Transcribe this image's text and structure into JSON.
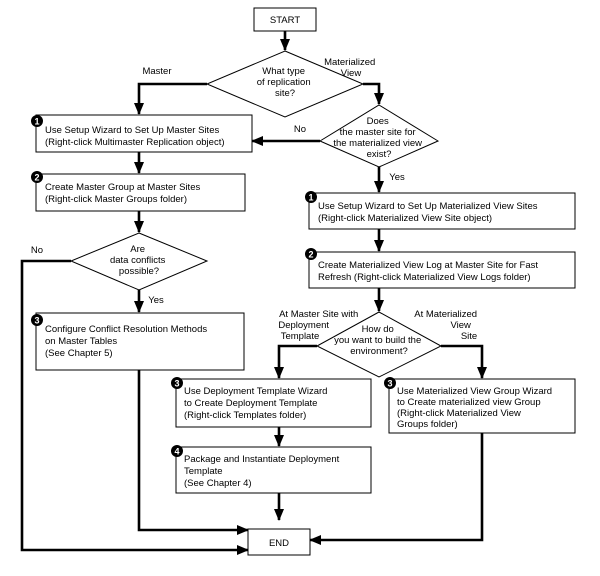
{
  "nodes": {
    "start": "START",
    "end": "END",
    "q_type": [
      "What type",
      "of replication",
      "site?"
    ],
    "q_master_exists": [
      "Does",
      "the master site for",
      "the materialized view",
      "exist?"
    ],
    "q_conflicts": [
      "Are",
      "data conflicts",
      "possible?"
    ],
    "q_build": [
      "How do",
      "you want to build the",
      "environment?"
    ],
    "m1": {
      "step": "1",
      "lines": [
        "Use Setup Wizard to Set Up Master Sites",
        "(Right-click Multimaster Replication object)"
      ]
    },
    "m2": {
      "step": "2",
      "lines": [
        "Create Master Group at Master Sites",
        "(Right-click Master Groups folder)"
      ]
    },
    "m3": {
      "step": "3",
      "lines": [
        "Configure Conflict Resolution Methods",
        "on Master Tables",
        "(See Chapter 5)"
      ]
    },
    "mv1": {
      "step": "1",
      "lines": [
        "Use Setup Wizard to Set Up Materialized View Sites",
        "(Right-click Materialized View Site object)"
      ]
    },
    "mv2": {
      "step": "2",
      "lines": [
        "Create Materialized View Log at Master Site for Fast",
        "Refresh (Right-click Materialized View Logs folder)"
      ]
    },
    "dt3": {
      "step": "3",
      "lines": [
        "Use Deployment Template Wizard",
        "to Create Deployment Template",
        "(Right-click Templates folder)"
      ]
    },
    "dt4": {
      "step": "4",
      "lines": [
        "Package and Instantiate Deployment",
        "Template",
        "(See Chapter 4)"
      ]
    },
    "mvg3": {
      "step": "3",
      "lines": [
        "Use Materialized View Group Wizard",
        "to Create materialized view Group",
        "(Right-click Materialized View",
        "Groups folder)"
      ]
    }
  },
  "edge_labels": {
    "master": "Master",
    "materialized_view": [
      "Materialized",
      "View"
    ],
    "no_exist": "No",
    "yes_exist": "Yes",
    "no_conflicts": "No",
    "yes_conflicts": "Yes",
    "at_master_site": [
      "At Master Site with",
      "Deployment",
      "Template"
    ],
    "at_mv_site": [
      "At Materialized",
      "View",
      "Site"
    ]
  }
}
